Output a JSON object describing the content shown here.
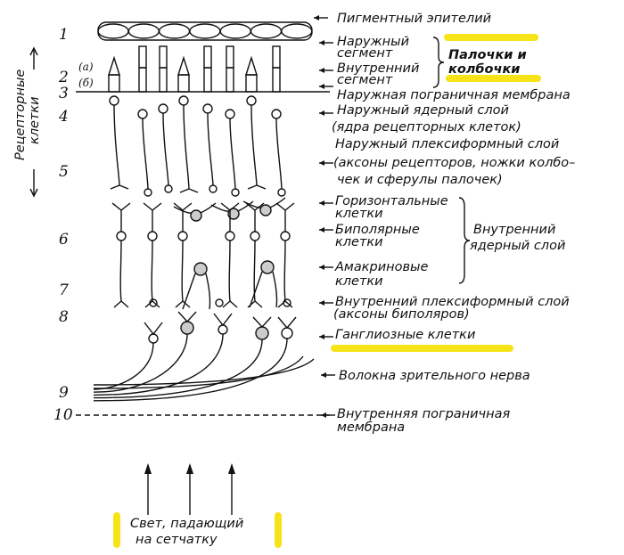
{
  "side_label": {
    "line1": "Рецепторные",
    "line2": "клетки"
  },
  "layer_numbers": [
    "1",
    "2",
    "3",
    "4",
    "5",
    "6",
    "7",
    "8",
    "9",
    "10"
  ],
  "sublabels": {
    "a": "(а)",
    "b": "(б)"
  },
  "labels": {
    "pigment": "Пигментный эпителий",
    "outer_segment_1": "Наружный",
    "outer_segment_2": "сегмент",
    "inner_segment_1": "Внутренний",
    "inner_segment_2": "сегмент",
    "rods_cones_1": "Палочки и",
    "rods_cones_2": "колбочки",
    "outer_limiting": "Наружная пограничная мембрана",
    "outer_nuclear_1": "Наружный ядерный слой",
    "outer_nuclear_2": "(ядра рецепторных клеток)",
    "outer_plexiform_1": "Наружный плексиформный слой",
    "outer_plexiform_2": "(аксоны рецепторов, ножки колбо–",
    "outer_plexiform_3": "чек и сферулы палочек)",
    "horizontal_1": "Горизонтальные",
    "horizontal_2": "клетки",
    "bipolar_1": "Биполярные",
    "bipolar_2": "клетки",
    "amacrine_1": "Амакриновые",
    "amacrine_2": "клетки",
    "inner_nuclear_1": "Внутренний",
    "inner_nuclear_2": "ядерный слой",
    "inner_plexiform_1": "Внутренний плексиформный слой",
    "inner_plexiform_2": "(аксоны биполяров)",
    "ganglion": "Ганглиозные клетки",
    "optic_fibers": "Волокна зрительного нерва",
    "inner_limiting_1": "Внутренняя пограничная",
    "inner_limiting_2": "мембрана",
    "light_1": "Свет, падающий",
    "light_2": "на сетчатку"
  },
  "colors": {
    "highlight": "#f6e419",
    "ink": "#111111"
  }
}
